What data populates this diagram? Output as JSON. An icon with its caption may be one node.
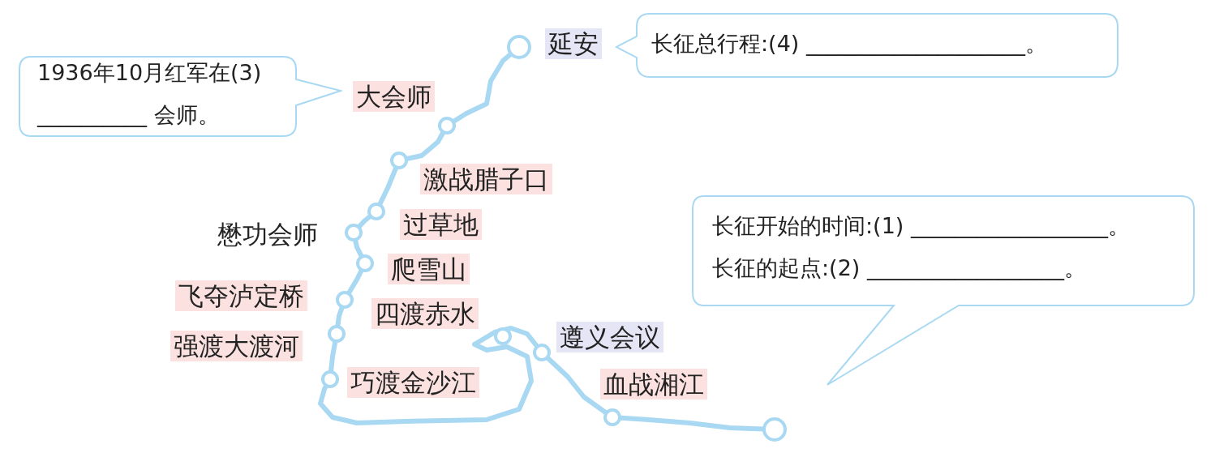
{
  "diagram": {
    "nodes": [
      {
        "text": [
          "1936年10月红军在(3) __________ 会师。"
        ]
      },
      {
        "text": [
          "长征总行程:(4) ____________________。"
        ]
      },
      {
        "text": [
          "长征开始的时间:(1) __________________。",
          "长征的起点:(2) __________________。"
        ]
      },
      {
        "text": [
          "延安"
        ]
      },
      {
        "text": [
          "大会师"
        ]
      },
      {
        "text": [
          "激战腊子口"
        ]
      },
      {
        "text": [
          "懋功会师"
        ]
      },
      {
        "text": [
          "过草地"
        ]
      },
      {
        "text": [
          "爬雪山"
        ]
      },
      {
        "text": [
          "飞夺泸定桥"
        ]
      },
      {
        "text": [
          "四渡赤水"
        ]
      },
      {
        "text": [
          "强渡大渡河"
        ]
      },
      {
        "text": [
          "遵义会议"
        ]
      },
      {
        "text": [
          "巧渡金沙江"
        ]
      },
      {
        "text": [
          "血战湘江"
        ]
      }
    ]
  }
}
